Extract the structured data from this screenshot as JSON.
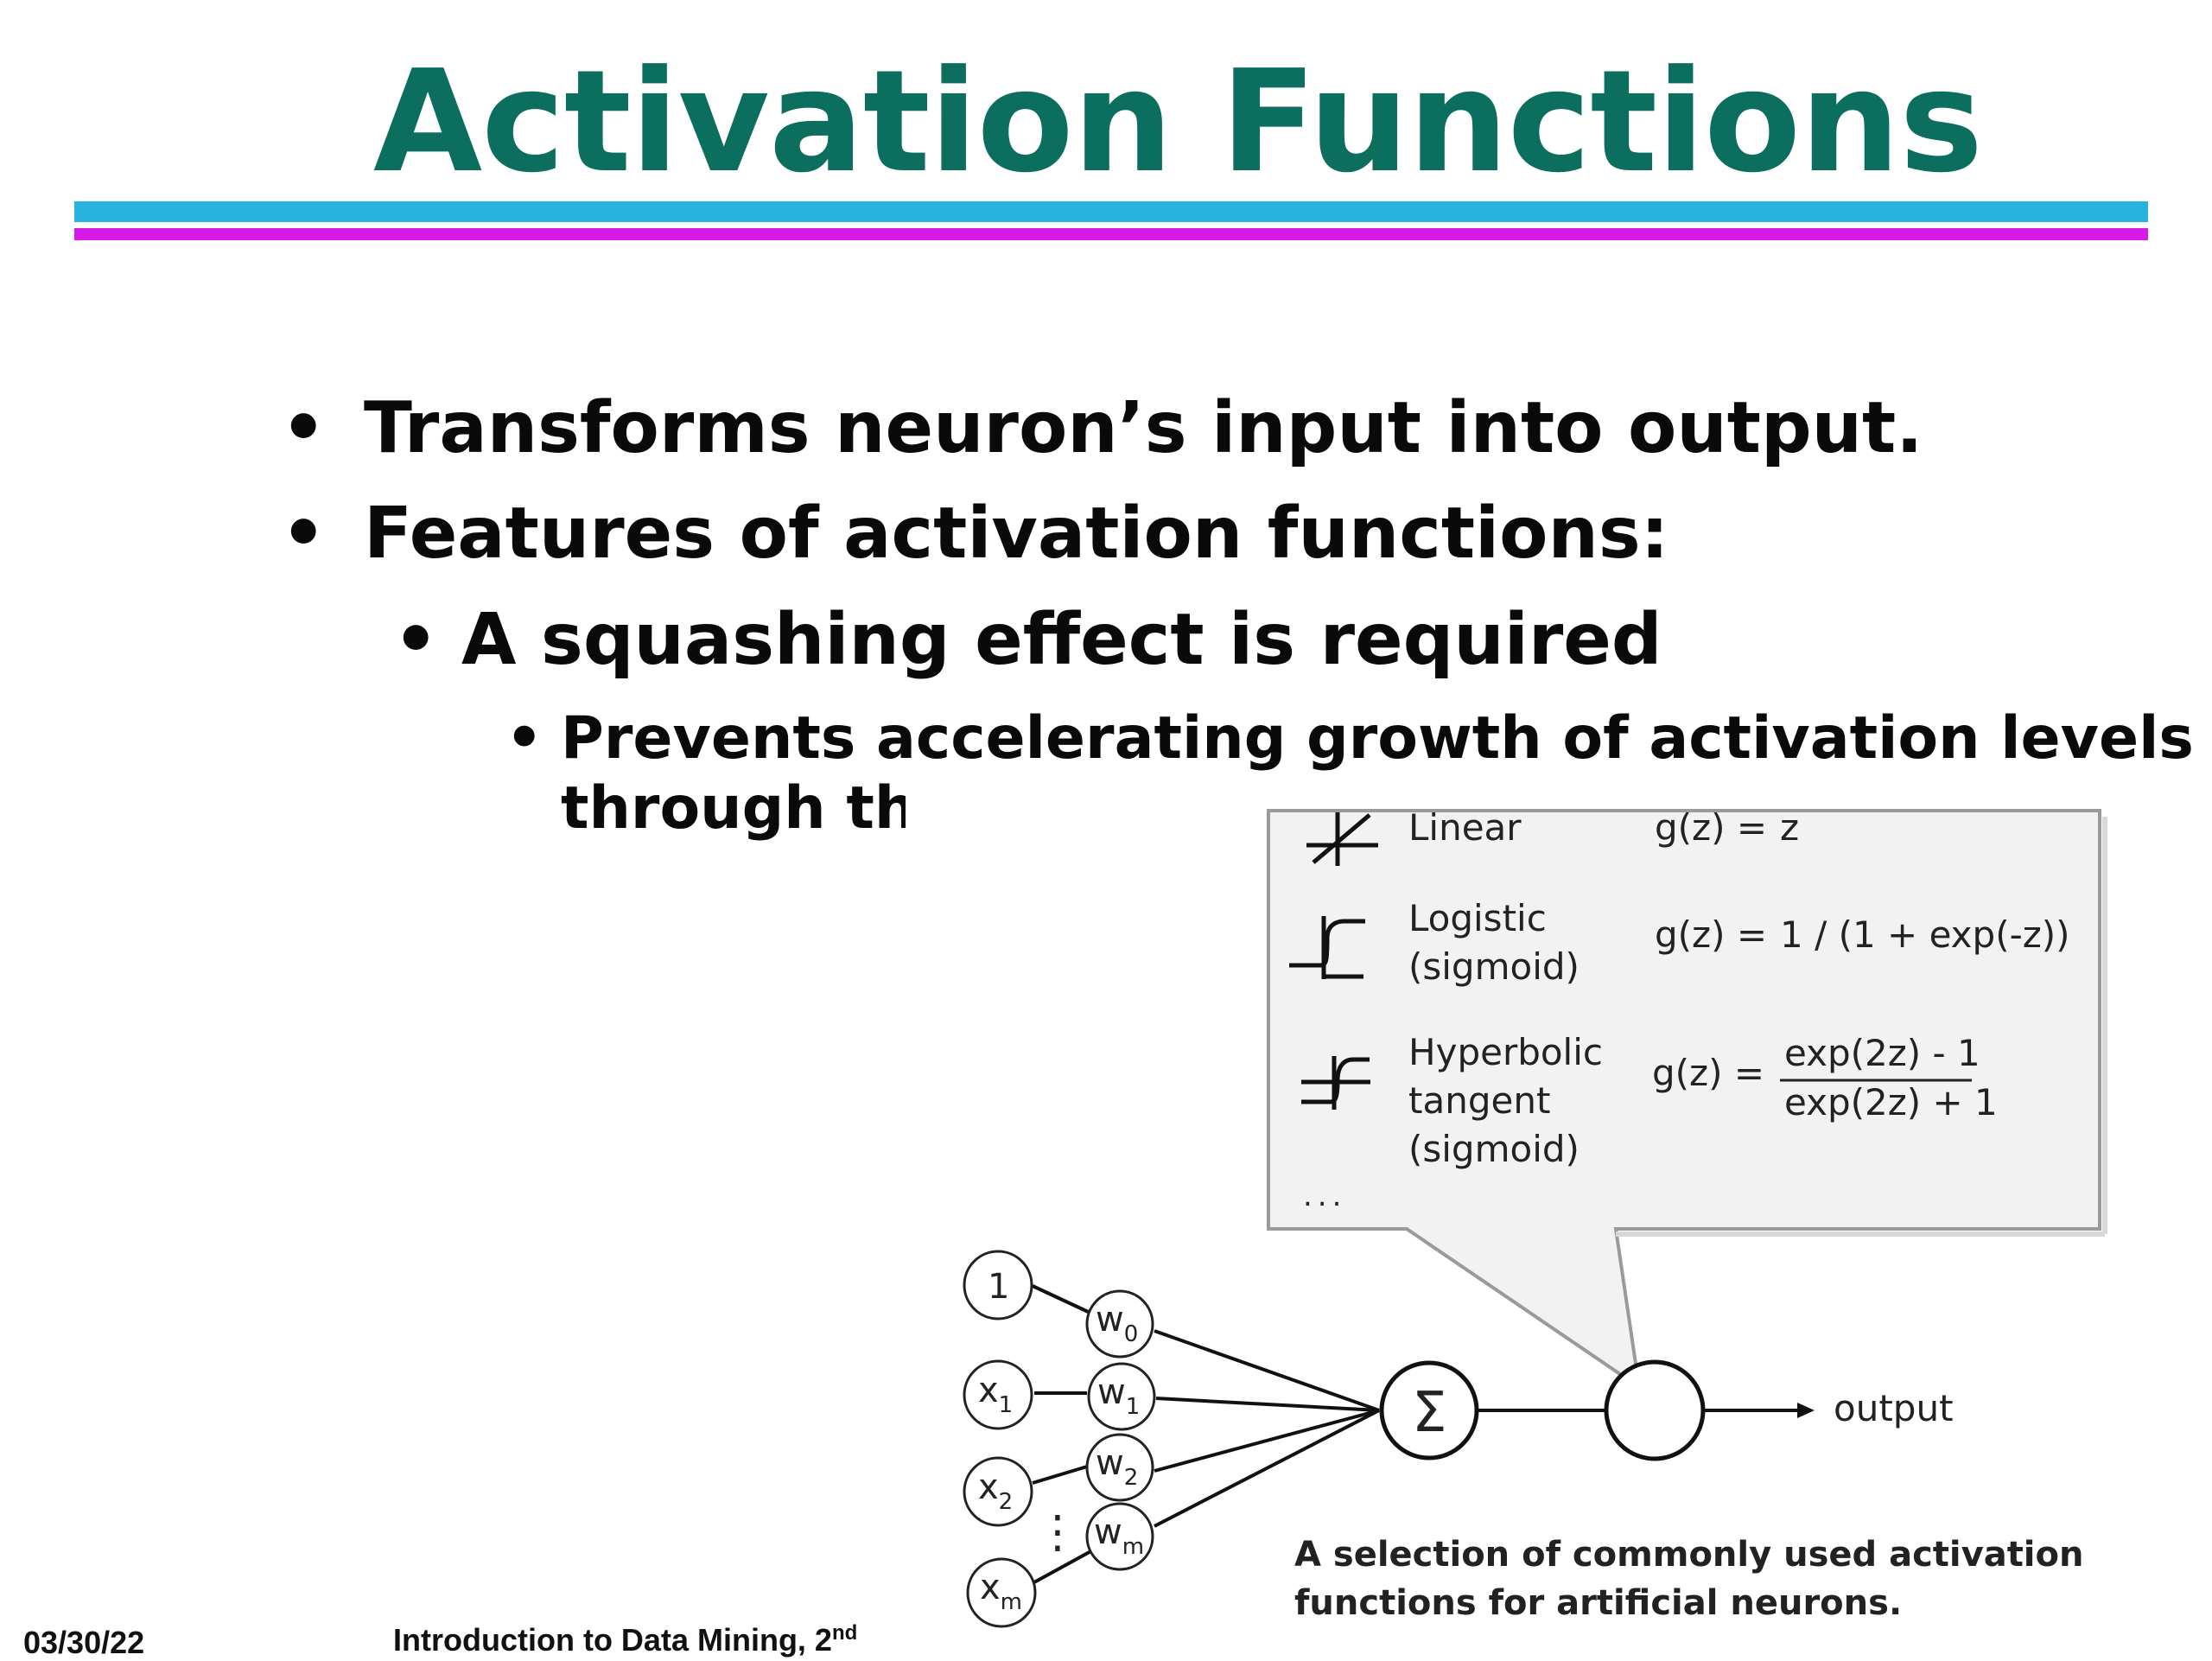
{
  "slide": {
    "title": "Activation Functions",
    "bullets": [
      "Transforms neuron’s input into output.",
      "Features of activation functions:",
      "A squashing effect is required",
      "Prevents accelerating growth of activation levels",
      "through the network."
    ],
    "bullet_char": "•",
    "colors": {
      "title": "#0b6e5f",
      "rule_top": "#27b3dd",
      "rule_bottom": "#d81ae6"
    }
  },
  "figure": {
    "functions": [
      {
        "name_lines": [
          "Linear"
        ],
        "label": "g(z) =",
        "formula": "z"
      },
      {
        "name_lines": [
          "Logistic",
          "(sigmoid)"
        ],
        "label": "g(z) =",
        "formula": "1 / (1 + exp(-z))"
      },
      {
        "name_lines": [
          "Hyperbolic",
          "tangent",
          "(sigmoid)"
        ],
        "label": "g(z) =",
        "numerator": "exp(2z) - 1",
        "denominator": "exp(2z) + 1"
      }
    ],
    "ellipsis": "...",
    "inputs": [
      "1",
      "x",
      "x",
      "x"
    ],
    "input_subscripts": [
      "",
      "1",
      "2",
      "m"
    ],
    "weights": [
      "w",
      "w",
      "w",
      "w"
    ],
    "weight_subscripts": [
      "0",
      "1",
      "2",
      "m"
    ],
    "vertical_dots": "⋮",
    "sum_symbol": "Σ",
    "output_label": "output",
    "caption_lines": [
      "A selection of commonly used activation",
      "functions for artificial neurons."
    ]
  },
  "footer": {
    "date": "03/30/22",
    "book": "Introduction to Data Mining, 2",
    "book_sup": "nd"
  }
}
